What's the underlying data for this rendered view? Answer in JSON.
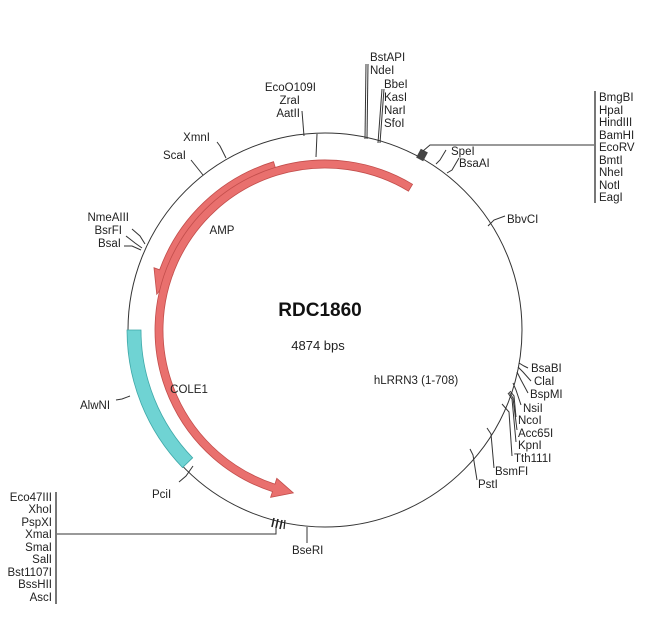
{
  "plasmid": {
    "name": "RDC1860",
    "size_label": "4874 bps"
  },
  "colors": {
    "arrow_fill": "#e9706e",
    "arrow_stroke": "#c24d4b",
    "origin_fill": "#6fd3d3",
    "origin_stroke": "#3fa9a9",
    "backbone": "#333333"
  },
  "features": [
    {
      "name": "AMP",
      "type": "gene",
      "direction": "reverse"
    },
    {
      "name": "hLRRN3 (1-708)",
      "type": "gene",
      "direction": "reverse"
    },
    {
      "name": "COLE1",
      "type": "origin"
    }
  ],
  "sites": {
    "top_left": [
      "EcoO109I",
      "ZraI",
      "AatII"
    ],
    "top_center": [
      "BstAPI",
      "NdeI",
      "BbeI",
      "KasI",
      "NarI",
      "SfoI"
    ],
    "mcs_right": [
      "BmgBI",
      "HpaI",
      "HindIII",
      "BamHI",
      "EcoRV",
      "BmtI",
      "NheI",
      "NotI",
      "EagI"
    ],
    "right_upper": [
      "SpeI",
      "BsaAI",
      "BbvCI"
    ],
    "right_lower": [
      "BsaBI",
      "ClaI",
      "BspMI",
      "NsiI",
      "NcoI",
      "Acc65I",
      "KpnI",
      "Tth111I",
      "BsmFI",
      "PstI"
    ],
    "bottom": [
      "BseRI"
    ],
    "mcs_left": [
      "Eco47III",
      "XhoI",
      "PspXI",
      "XmaI",
      "SmaI",
      "SalI",
      "Bst1107I",
      "BssHII",
      "AscI"
    ],
    "left": [
      "PciI",
      "AlwNI",
      "NmeAIII",
      "BsrFI",
      "BsaI",
      "ScaI",
      "XmnI"
    ]
  }
}
